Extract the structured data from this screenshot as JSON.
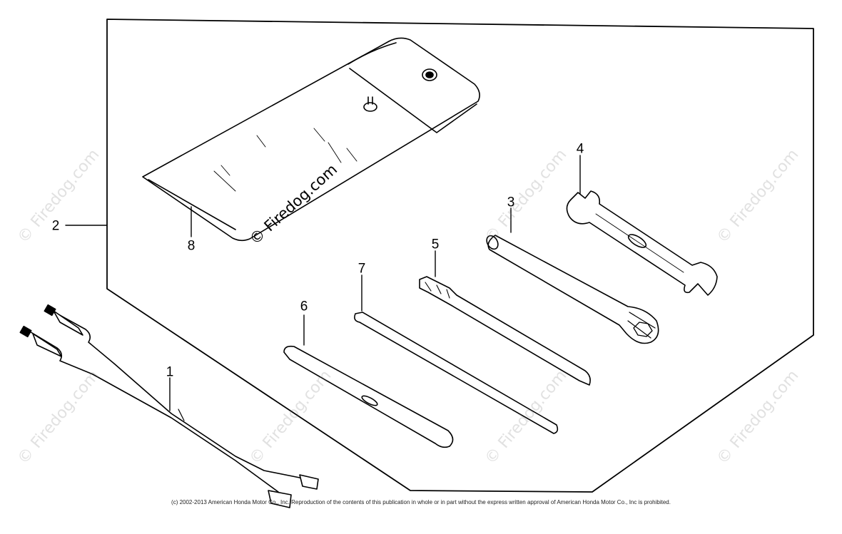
{
  "callouts": {
    "c1": "1",
    "c2": "2",
    "c3": "3",
    "c4": "4",
    "c5": "5",
    "c6": "6",
    "c7": "7",
    "c8": "8"
  },
  "watermark": "© Firedog.com",
  "copyright": "(c) 2002-2013 American Honda Motor Co., Inc. Reproduction of the contents of this publication in whole or in part without the express written approval of American Honda Motor Co., Inc is prohibited.",
  "colors": {
    "ink": "#000000",
    "paper": "#ffffff",
    "watermark": "#bdbdbd"
  }
}
